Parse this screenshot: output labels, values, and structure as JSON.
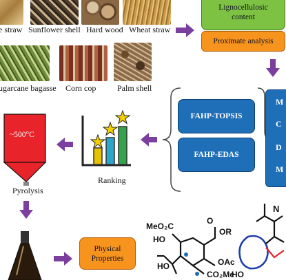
{
  "biomass": {
    "rice_straw_label": "e straw",
    "sunflower_label": "Sunflower shell",
    "hardwood_label": "Hard wood",
    "wheat_label": "Wheat straw",
    "bagasse_label": "ugarcane bagasse",
    "corncob_label": "Corn cop",
    "palm_label": "Palm shell"
  },
  "analysis": {
    "lignocellulosic_line1": "Lignocellulosic",
    "lignocellulosic_line2": "content",
    "proximate_label": "Proximate analysis"
  },
  "methods": {
    "topsis_label": "FAHP-TOPSIS",
    "edas_label": "FAHP-EDAS",
    "panel_letters": [
      "M",
      "C",
      "D",
      "M"
    ]
  },
  "ranking_label": "Ranking",
  "reactor": {
    "temperature_label": "~500°C",
    "pyrolysis_label": "Pyrolysis"
  },
  "physical": {
    "line1": "Physical",
    "line2": "Properties"
  },
  "chem": {
    "ester": "MeO₂C",
    "ho1": "HO",
    "or": "OR",
    "ho2": "HO",
    "oac": "OAc",
    "co2me": "CO₂Me",
    "o": "O",
    "n": "N",
    "ho3": "HO"
  },
  "colors": {
    "green": "#7dc242",
    "orange": "#f7941d",
    "blue": "#1f6fb8",
    "purple_arrow": "#7b3fa0",
    "reactor_red": "#e8232a"
  }
}
